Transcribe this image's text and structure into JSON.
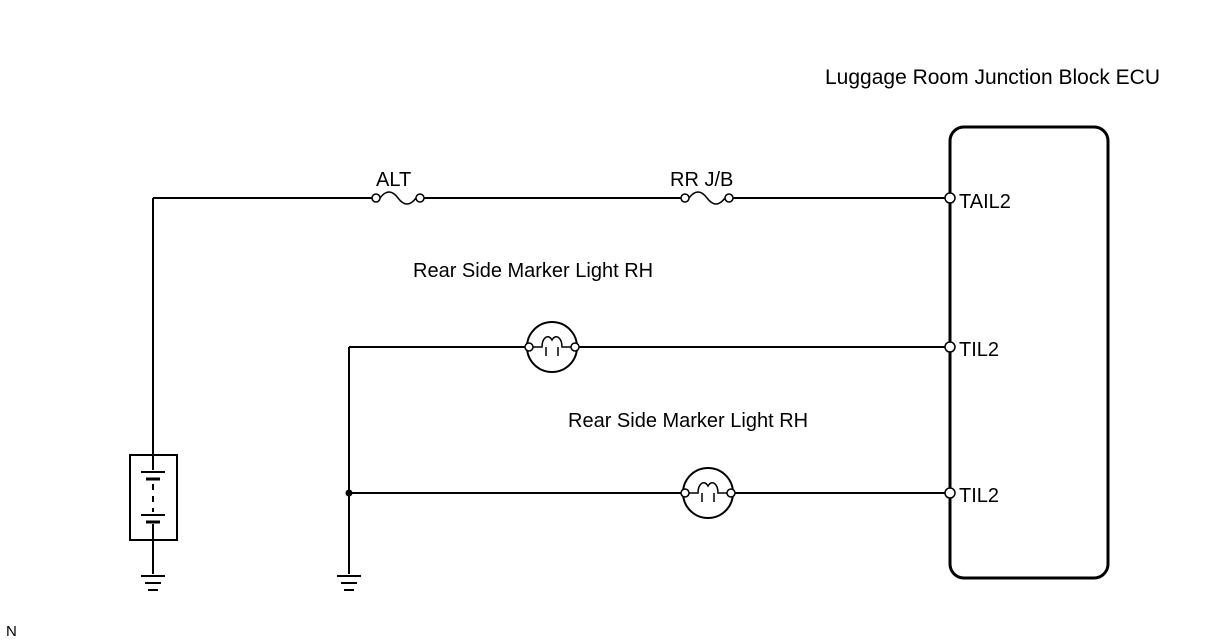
{
  "ecu": {
    "title": "Luggage Room Junction Block ECU",
    "terminals": {
      "tail2": "TAIL2",
      "til2_upper": "TIL2",
      "til2_lower": "TIL2"
    }
  },
  "fuses": {
    "alt": "ALT",
    "rr_jb": "RR J/B"
  },
  "lights": {
    "upper": "Rear Side Marker Light RH",
    "lower": "Rear Side Marker Light RH"
  },
  "corner_mark": "N",
  "colors": {
    "line": "#000000",
    "background": "#ffffff"
  }
}
